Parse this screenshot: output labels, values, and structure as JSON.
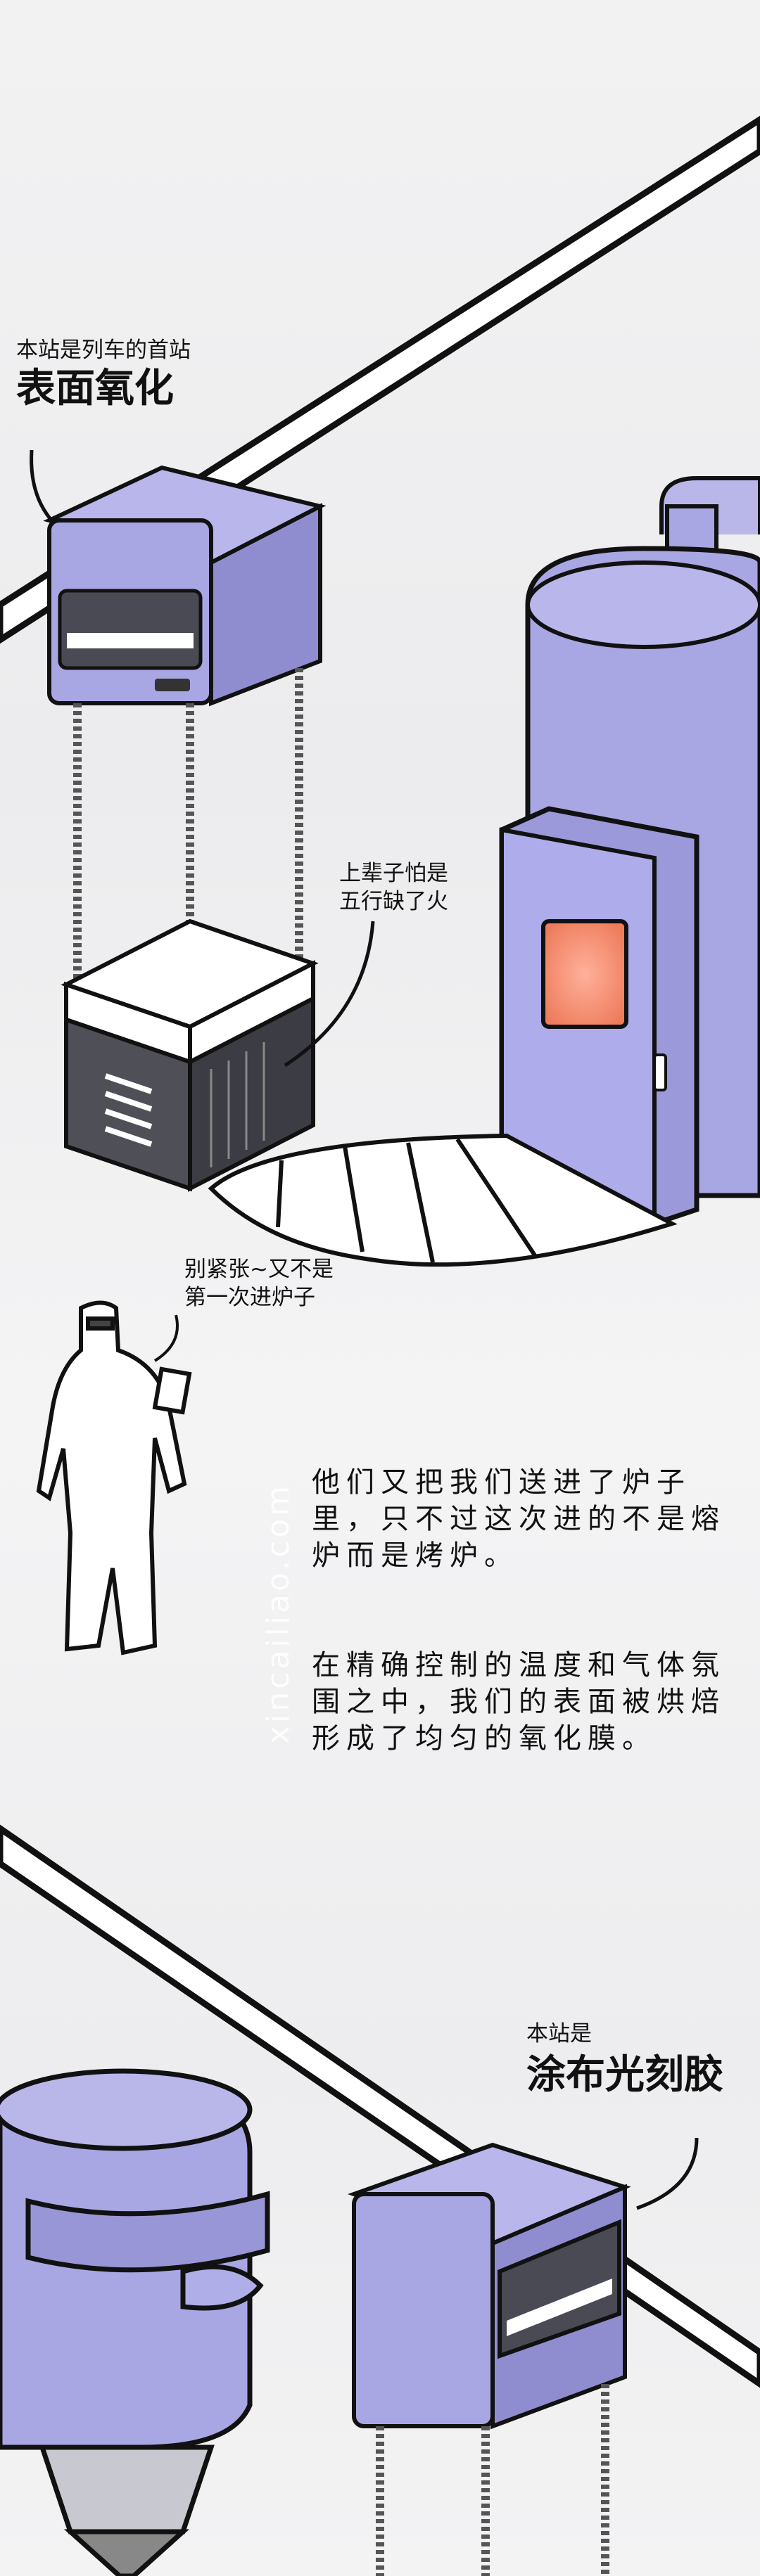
{
  "station1": {
    "subtitle": "本站是列车的首站",
    "title": "表面氧化"
  },
  "bubble_furnace": "上辈子怕是\n五行缺了火",
  "bubble_worker": "别紧张~又不是\n第一次进炉子",
  "narration": [
    "他们又把我们送进了炉子里，只不过这次进的不是熔炉而是烤炉。",
    "在精确控制的温度和气体氛围之中，我们的表面被烘焙形成了均匀的氧化膜。"
  ],
  "station2": {
    "subtitle": "本站是",
    "title": "涂布光刻胶"
  },
  "watermark": "xincailiao.com",
  "colors": {
    "machine": "#a9a7e3",
    "machine_dark": "#8583c4",
    "window": "#f08a6a",
    "outline": "#111111"
  }
}
